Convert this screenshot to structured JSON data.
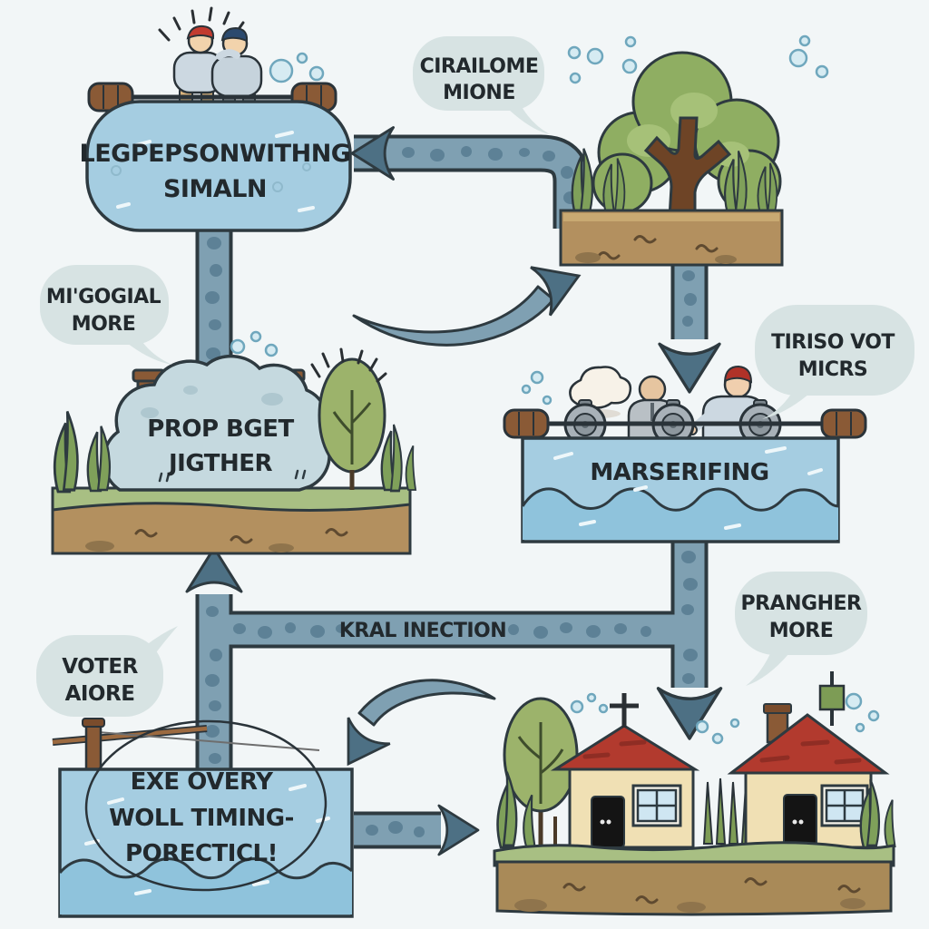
{
  "title": "Hand-drawn water system flow illustration",
  "colors": {
    "background": "#f2f6f7",
    "pipe": "#7fa0b2",
    "pipe_dot": "#5d8196",
    "arrow": "#4d7084",
    "water_light": "#a5cde1",
    "water_dark": "#8fc3dc",
    "speech_bubble": "#d7e3e3",
    "soil": "#b3905f",
    "grass": "#a8bf83",
    "foliage": "#8fae62",
    "trunk": "#6e4426",
    "roof_red": "#b23a2e",
    "house_wall": "#f0e0b4",
    "wood": "#8a5a36",
    "ink": "#2e3a40"
  },
  "labels": {
    "tank_top_left": {
      "line1": "LEGPEPSONWITHNG",
      "line2": "SIMALN"
    },
    "bubble_top_center": {
      "line1": "CIRAILOME",
      "line2": "MIONE"
    },
    "bubble_mid_left": {
      "line1": "MI'GOGIAL",
      "line2": "MORE"
    },
    "mound": {
      "line1": "PROP BGET",
      "line2": "JIGTHER"
    },
    "bubble_mid_right": {
      "line1": "TIRISO VOT",
      "line2": "MICRS"
    },
    "tank_mid_right": {
      "line1": "MARSERIFING"
    },
    "pipe_horizontal": {
      "line1": "KRAL INECTION"
    },
    "bubble_bottom_left": {
      "line1": "VOTER",
      "line2": "AIORE"
    },
    "tank_bottom_left": {
      "line1": "EXE OVERY",
      "line2": "WOLL TIMING-",
      "line3": "PORECTICL!"
    },
    "bubble_bottom_right": {
      "line1": "PRANGHER",
      "line2": "MORE"
    }
  }
}
